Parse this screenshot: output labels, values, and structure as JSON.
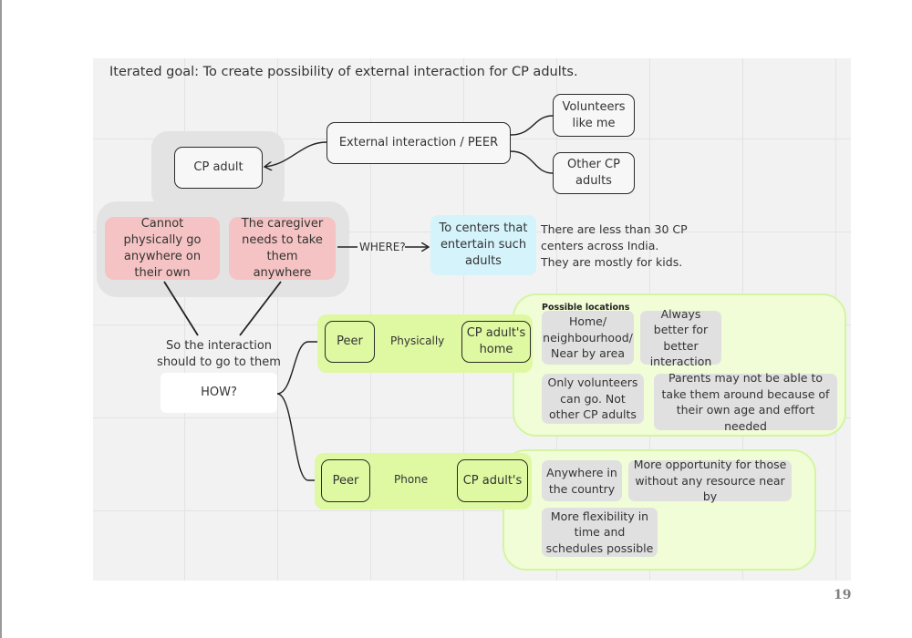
{
  "title": "Iterated goal: To create possibility of external interaction for CP adults.",
  "nodes": {
    "external_interaction": "External interaction / PEER",
    "volunteers": "Volunteers like me",
    "other_cp_adults": "Other CP adults",
    "cp_adult": "CP adult",
    "cannot_physically": "Cannot physically go anywhere on their own",
    "caregiver_needs": "The caregiver needs to take them anywhere",
    "where_label": "WHERE?",
    "to_centers": "To centers that entertain such adults",
    "centers_note": [
      "There are less than 30 CP",
      "centers across India.",
      "They are mostly for kids."
    ],
    "so_interaction": "So the interaction should to go to them",
    "how": "HOW?",
    "peer_1": "Peer",
    "physically_label": "Physically",
    "cp_home": "CP adult's home",
    "peer_2": "Peer",
    "phone_label": "Phone",
    "cp_adults": "CP adult's"
  },
  "physical_zone": {
    "heading": "Possible locations",
    "notes": [
      "Home/ neighbourhood/ Near by area",
      "Always better for better interaction",
      "Only volunteers can go. Not other CP adults",
      "Parents may not be able to take them around because of their own age and effort needed"
    ]
  },
  "phone_zone": {
    "notes": [
      "Anywhere in the country",
      "More opportunity for those without any resource near by",
      "More flexibility in time and schedules possible"
    ]
  },
  "page_number": "19",
  "colors": {
    "board": "#f2f2f2",
    "pink": "#f5c3c3",
    "light_blue": "#d5f3fb",
    "lime": "#dff8a2",
    "zone": "#f1fdd6",
    "grey_note": "#e0e0e0"
  }
}
